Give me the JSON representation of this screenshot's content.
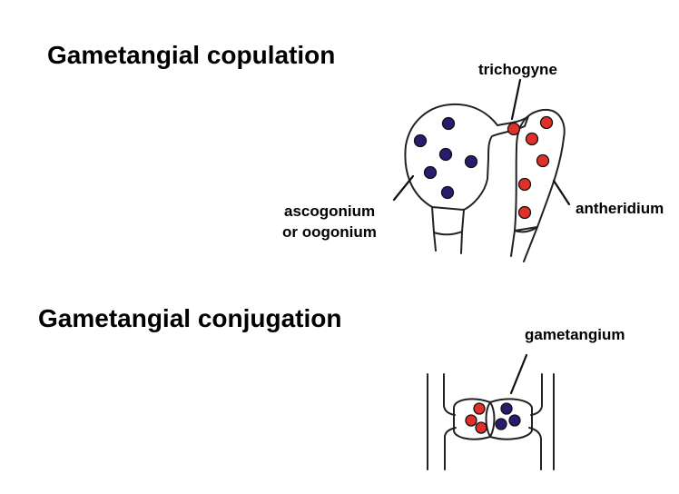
{
  "titles": {
    "copulation": "Gametangial copulation",
    "conjugation": "Gametangial conjugation"
  },
  "labels": {
    "trichogyne": "trichogyne",
    "ascogonium_line1": "ascogonium",
    "ascogonium_line2": "or oogonium",
    "antheridium": "antheridium",
    "gametangium": "gametangium"
  },
  "colors": {
    "female_nucleus": "#2a1b6e",
    "male_nucleus": "#e0302a",
    "outline": "#222222"
  }
}
